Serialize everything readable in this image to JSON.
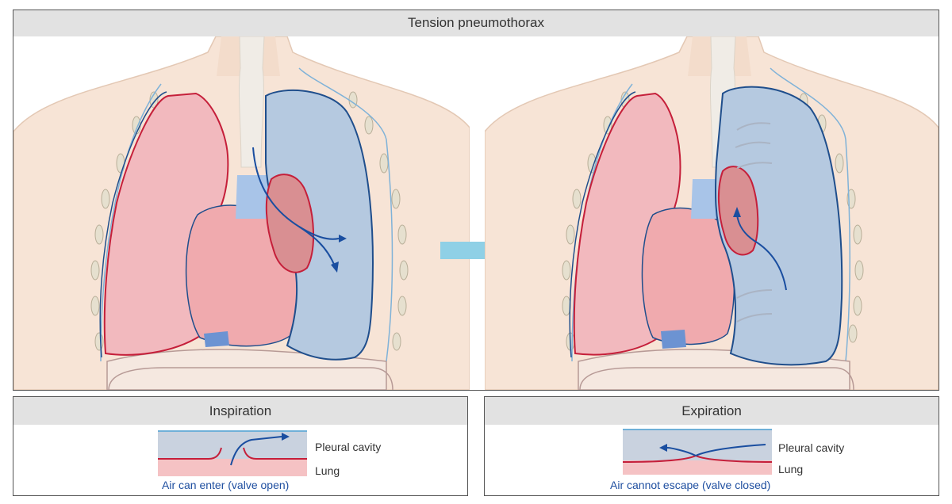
{
  "title": "Tension pneumothorax",
  "colors": {
    "skin": "#f7e4d6",
    "skin_outline": "#e3c8b4",
    "lung_collapsed": "#f2b9be",
    "lung_outline": "#c51f3a",
    "lung_inflated": "#b5c9e0",
    "pleura_outline": "#1f4e8c",
    "heart": "#f0aaae",
    "trachea": "#f0ece6",
    "arrow": "#8fd0e6",
    "airflow": "#1a4ea0",
    "rib": "#e6e0cf"
  },
  "inspiration": {
    "title": "Inspiration",
    "pleural_label": "Pleural cavity",
    "lung_label": "Lung",
    "valve_note": "Air can enter (valve open)"
  },
  "expiration": {
    "title": "Expiration",
    "pleural_label": "Pleural cavity",
    "lung_label": "Lung",
    "valve_note": "Air cannot escape (valve closed)"
  }
}
